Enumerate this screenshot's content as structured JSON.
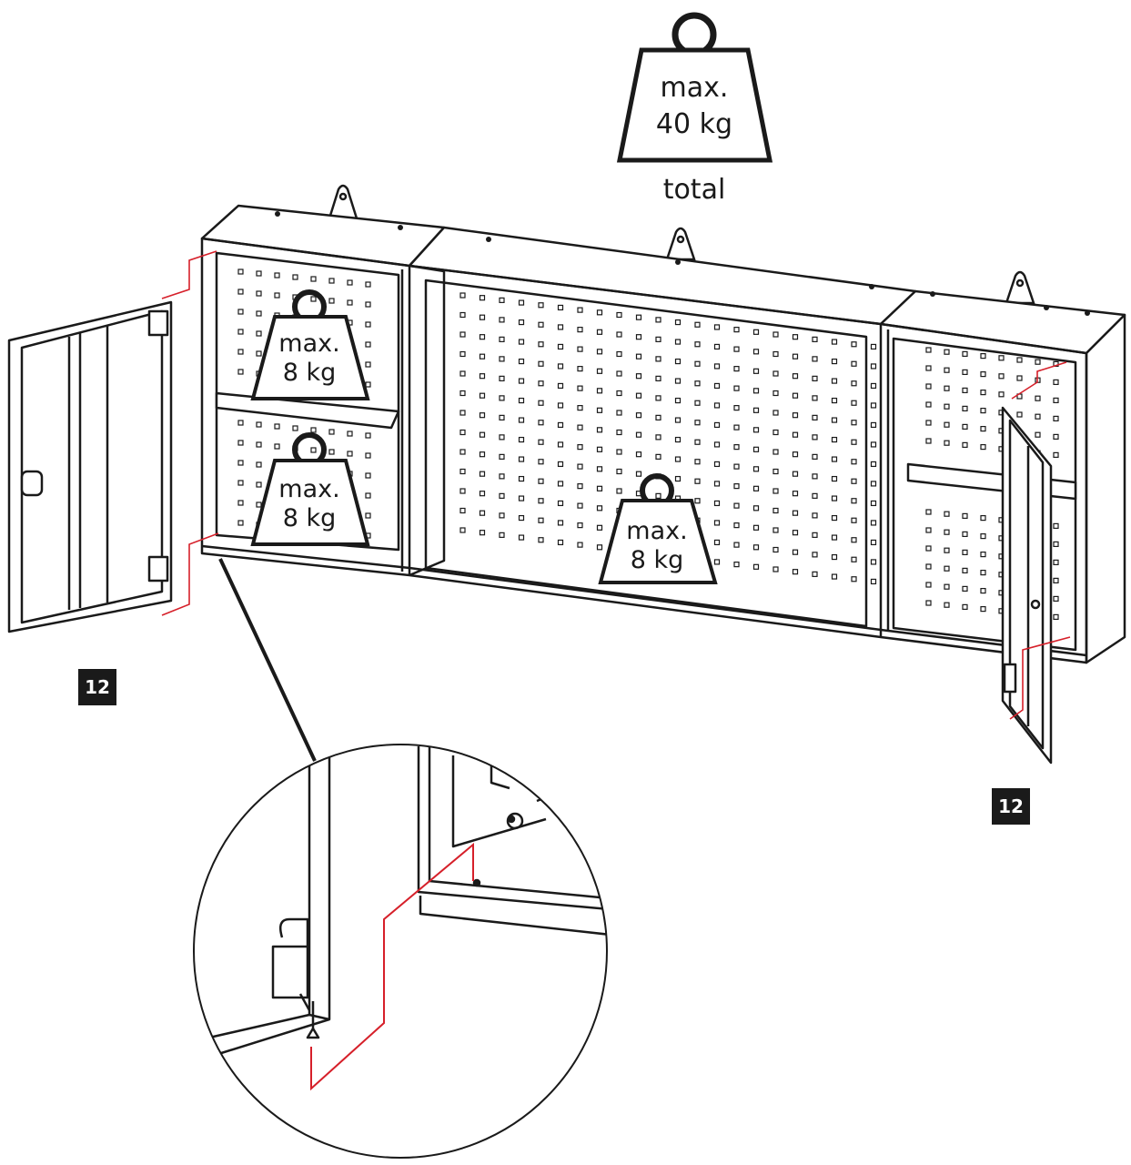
{
  "diagram": {
    "total_weight": {
      "line1": "max.",
      "line2": "40 kg",
      "caption": "total"
    },
    "shelf_weights": [
      {
        "line1": "max.",
        "line2": "8 kg"
      },
      {
        "line1": "max.",
        "line2": "8 kg"
      },
      {
        "line1": "max.",
        "line2": "8 kg"
      }
    ],
    "step_badges": [
      "12",
      "12"
    ],
    "colors": {
      "line": "#1a1a1a",
      "guide": "#d6202a",
      "badge_bg": "#1a1a1a",
      "badge_text": "#ffffff"
    }
  }
}
